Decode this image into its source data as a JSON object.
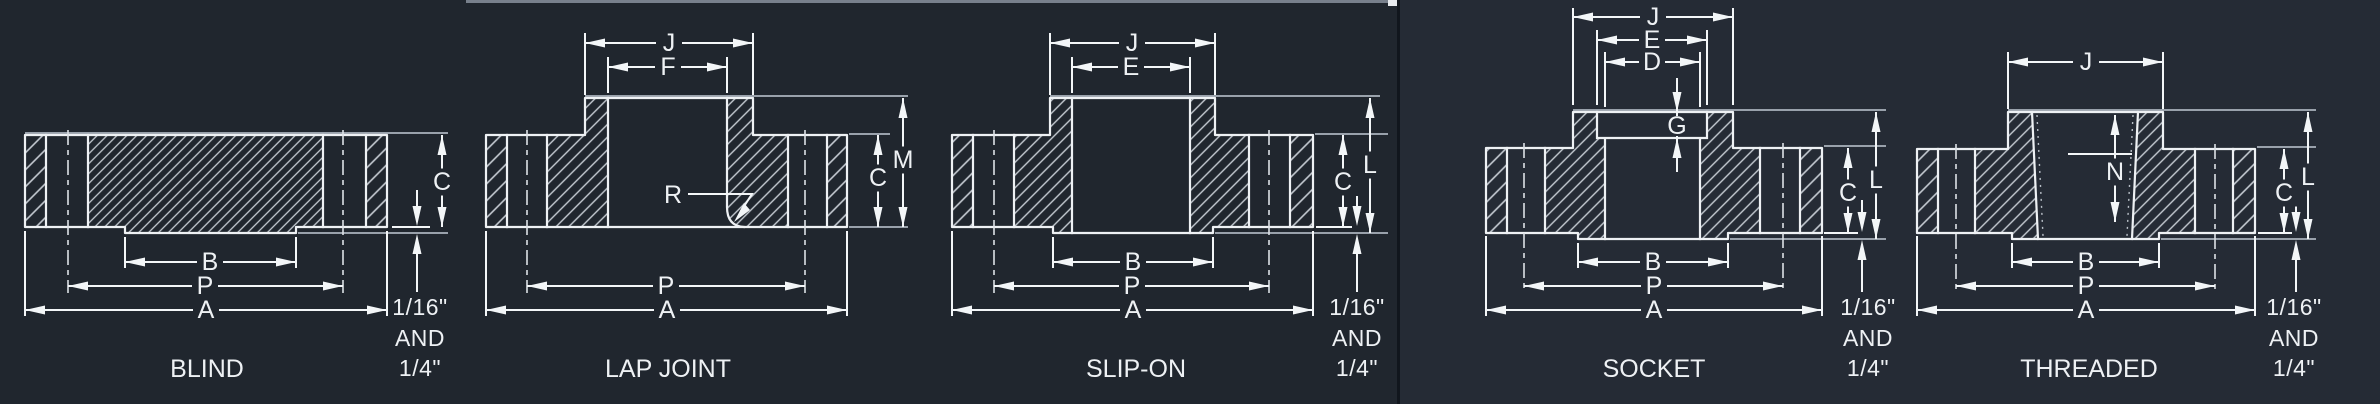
{
  "colors": {
    "background_left_panel": "#20262e",
    "background_right_panel": "#252b35",
    "panel_divider": "#11161d",
    "top_border": "#78808c",
    "line": "#f3f6f8",
    "extension_line": "#99a1ab",
    "hatch": "#c6ccd3"
  },
  "flanges": [
    {
      "name": "BLIND",
      "dims": [
        "C",
        "B",
        "P",
        "A"
      ],
      "note": [
        "1/16\"",
        "AND",
        "1/4\""
      ]
    },
    {
      "name": "LAP JOINT",
      "dims": [
        "J",
        "F",
        "M",
        "C",
        "R",
        "P",
        "A"
      ]
    },
    {
      "name": "SLIP-ON",
      "dims": [
        "J",
        "E",
        "L",
        "C",
        "B",
        "P",
        "A"
      ],
      "note": [
        "1/16\"",
        "AND",
        "1/4\""
      ]
    },
    {
      "name": "SOCKET",
      "dims": [
        "J",
        "E",
        "D",
        "G",
        "L",
        "C",
        "B",
        "P",
        "A"
      ],
      "note": [
        "1/16\"",
        "AND",
        "1/4\""
      ]
    },
    {
      "name": "THREADED",
      "dims": [
        "J",
        "N",
        "L",
        "C",
        "B",
        "P",
        "A"
      ],
      "note": [
        "1/16\"",
        "AND",
        "1/4\""
      ]
    }
  ]
}
